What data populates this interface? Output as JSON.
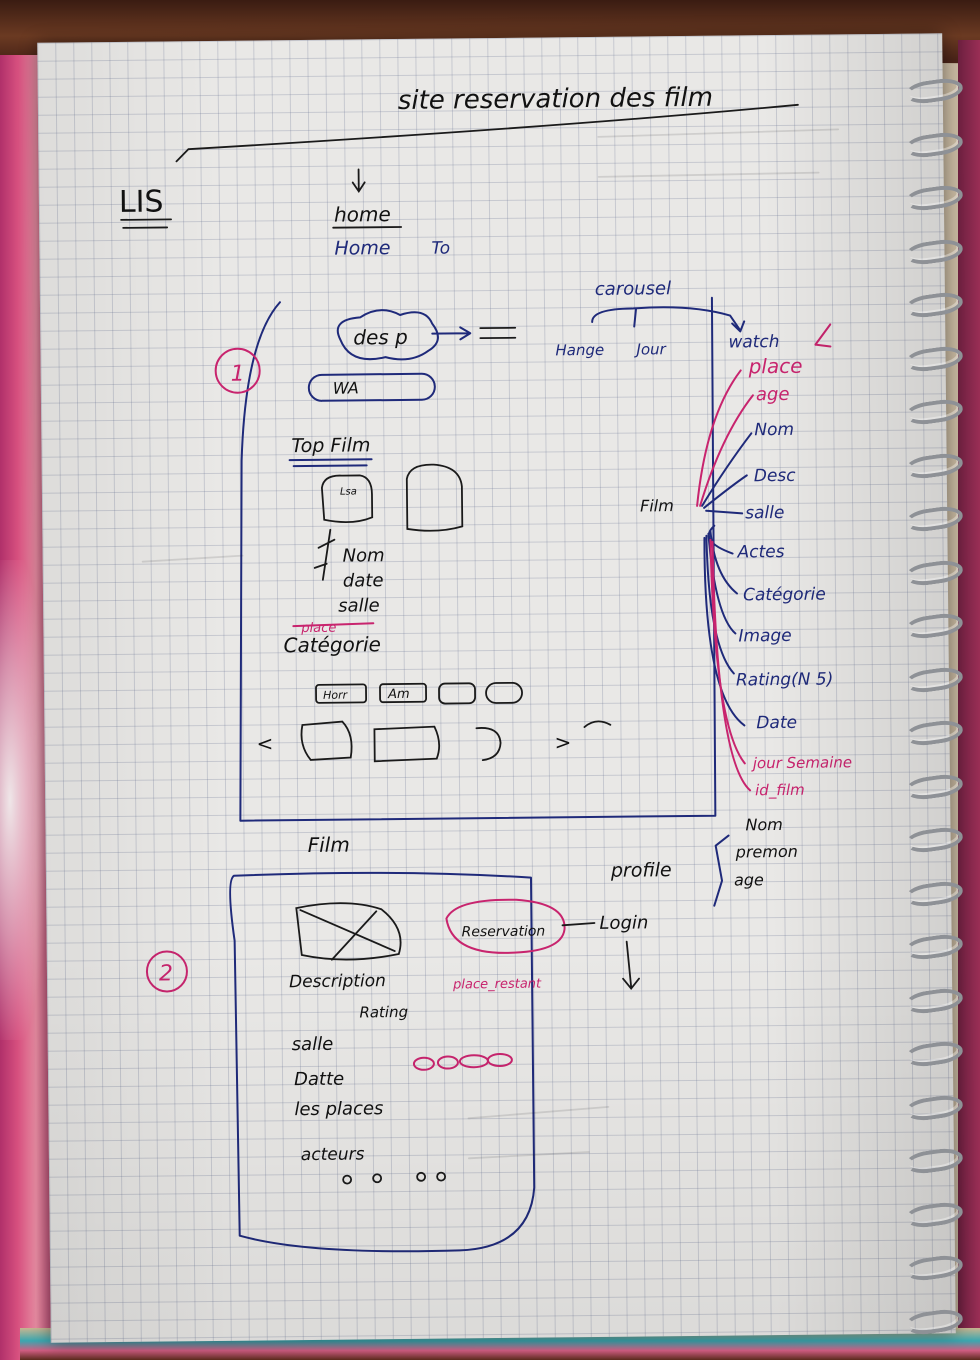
{
  "header": {
    "title": "site reservation des film",
    "left_label": "LIS",
    "home_label": "home",
    "home_sub": "Home",
    "home_extra": "To"
  },
  "page1": {
    "number": "1",
    "bubble": "des p",
    "wa": "WA",
    "top_film": "Top Film",
    "card_small": "Lsa",
    "film_fields": [
      "Nom",
      "date",
      "salle",
      "place"
    ],
    "categorie": "Catégorie",
    "chips": [
      "Horr",
      "Am"
    ],
    "nav_prev": "<",
    "nav_next": ">"
  },
  "carousel": {
    "label": "carousel",
    "items": [
      "Hange",
      "Jour",
      "watch"
    ]
  },
  "film_entity": {
    "label": "Film",
    "pink_fields": [
      "place",
      "age"
    ],
    "blue_fields": [
      "Nom",
      "Desc",
      "salle",
      "Actes",
      "Catégorie",
      "Image",
      "Rating(N 5)",
      "Date"
    ],
    "pink_fields_2": [
      "jour Semaine",
      "id_film"
    ]
  },
  "profile": {
    "label": "profile",
    "fields": [
      "Nom",
      "premon",
      "age"
    ]
  },
  "page2": {
    "title": "Film",
    "number": "2",
    "reservation_button": "Reservation",
    "place_rest": "place_restant",
    "description": "Description",
    "rating": "Rating",
    "salle": "salle",
    "date": "Datte",
    "places": "les places",
    "acteurs": "acteurs",
    "login": "Login"
  },
  "colors": {
    "ink_blue": "#1f2a7a",
    "ink_pink": "#c8246e",
    "paper": "#e9e8e6"
  }
}
